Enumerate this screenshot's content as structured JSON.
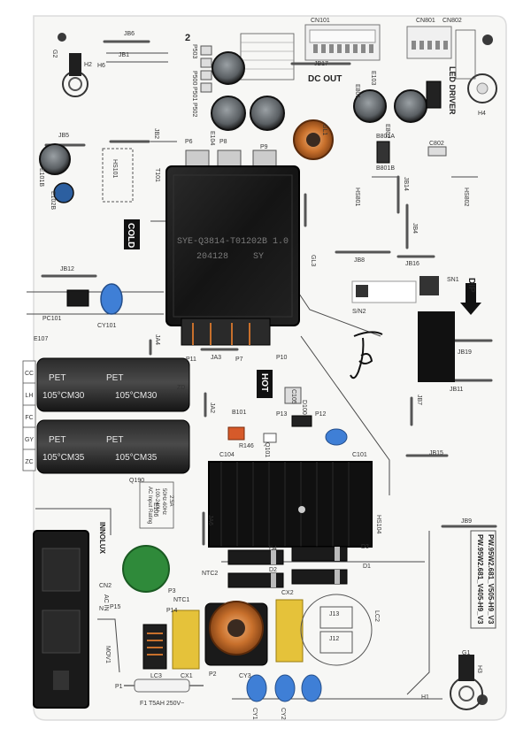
{
  "labels": {
    "dc_out": "DC OUT",
    "led_driver": "LED DRIVER",
    "cold": "COLD",
    "hot": "HOT",
    "dip": "DIP",
    "innolux": "INNOLUX",
    "sn2": "S/N2",
    "sn1": "SN1",
    "ac_input_rating": "AC Input Rating",
    "ac_rating_1": "100-240V",
    "ac_rating_2": "50Hz-60Hz",
    "ac_rating_3": "2.5A",
    "fuse": "F1  T5AH 250V~",
    "part_1": "PW.95W2.681_V405-H9_V3",
    "part_2": "PW.95W2.681_V505-H9_V3",
    "num2": "2"
  },
  "components": {
    "transformer_code": "SYE-Q3814-T01202B 1.0",
    "transformer_date": "204128",
    "transformer_sy": "SY",
    "cap_lines": [
      "PET",
      "105°CM30",
      "PET",
      "105°CM35"
    ]
  },
  "designators": {
    "jb6": "JB6",
    "jb1": "JB1",
    "jb17": "JB17",
    "jb2": "JB2",
    "jb5": "JB5",
    "jb12": "JB12",
    "jb8": "JB8",
    "jb16": "JB16",
    "jb14": "JB14",
    "jb4": "JB4",
    "jb19": "JB19",
    "jb11": "JB11",
    "jb7": "JB7",
    "jb15": "JB15",
    "jb9": "JB9",
    "ja4": "JA4",
    "ja3": "JA3",
    "ja2": "JA2",
    "ja6": "JA6",
    "gl1": "GL1",
    "gl3": "GL3",
    "hs101": "HS101",
    "hs801": "HS801",
    "hs802": "HS802",
    "hs104": "HS104",
    "pc101": "PC101",
    "cy101": "CY101",
    "e101b": "E101B",
    "e102b": "E102B",
    "e107": "E107",
    "e104": "E104",
    "e106": "E106",
    "e103": "E103",
    "e801": "E801",
    "e802": "E802",
    "b801a": "B801A",
    "b801b": "B801B",
    "b101": "B101",
    "c802": "C802",
    "c104": "C104",
    "c101": "C101",
    "c105": "C105",
    "r146": "R146",
    "q101": "Q101",
    "q190": "Q190",
    "d100": "D100",
    "p13": "P13",
    "p12": "P12",
    "p11": "P11",
    "p7": "P7",
    "p10": "P10",
    "p6": "P6",
    "p8": "P8",
    "p9": "P9",
    "p503": "P503",
    "p500": "P500",
    "p501": "P501",
    "p502": "P502",
    "p15": "P15",
    "p14": "P14",
    "p1": "P1",
    "p2": "P2",
    "p3": "P3",
    "d1": "D1",
    "d2": "D2",
    "d3": "D3",
    "d4": "D4",
    "ntc1": "NTC1",
    "ntc2": "NTC2",
    "cx1": "CX1",
    "cx2": "CX2",
    "lc2": "LC2",
    "lc3": "LC3",
    "j12": "J12",
    "j13": "J13",
    "cy1": "CY1",
    "cy2": "CY2",
    "cy3": "CY3",
    "mov1": "MOV1",
    "cn101": "CN101",
    "cn801": "CN801",
    "cn802": "CN802",
    "cn2": "CN2",
    "g1": "G1",
    "g2": "G2",
    "h1": "H1",
    "h2": "H2",
    "h3": "H3",
    "h4": "H4",
    "h6": "H6",
    "t101": "T101",
    "zd": "ZD",
    "ac_n": "N",
    "ac_l": "AC IN"
  },
  "side_codes": [
    "CC",
    "LH",
    "FC",
    "GY",
    "ZC"
  ],
  "colors": {
    "board": "#f7f7f5",
    "transformer": "#141414",
    "capacitor": "#1e1e1e",
    "heatsink": "#101010",
    "copper": "#c8702c",
    "film_cap": "#e5c23a",
    "y_cap": "#3f7fd6",
    "varistor": "#2f8a3a",
    "resistor": "#d65a2a"
  }
}
